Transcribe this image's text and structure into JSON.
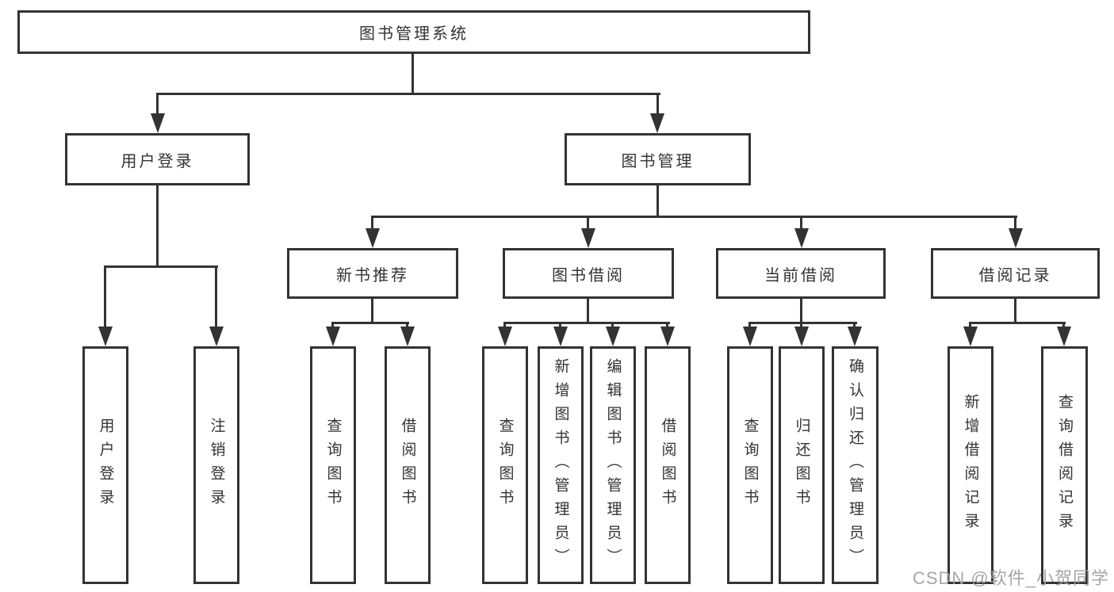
{
  "diagram": {
    "root_label": "图书管理系统",
    "branches": [
      {
        "label": "用户登录",
        "children": [
          "用户登录",
          "注销登录"
        ]
      },
      {
        "label": "图书管理",
        "children": [
          {
            "label": "新书推荐",
            "children": [
              "查询图书",
              "借阅图书"
            ]
          },
          {
            "label": "图书借阅",
            "children": [
              "查询图书",
              "新增图书（管理员）",
              "编辑图书（管理员）",
              "借阅图书"
            ]
          },
          {
            "label": "当前借阅",
            "children": [
              "查询图书",
              "归还图书",
              "确认归还（管理员）"
            ]
          },
          {
            "label": "借阅记录",
            "children": [
              "新增借阅记录",
              "查询借阅记录"
            ]
          }
        ]
      }
    ],
    "watermark": "CSDN @软件_小贺同学",
    "colors": {
      "line": "#333333",
      "text": "#333333",
      "box_fill": "#ffffff",
      "background": "#ffffff",
      "watermark": "#9e9e9e"
    }
  }
}
